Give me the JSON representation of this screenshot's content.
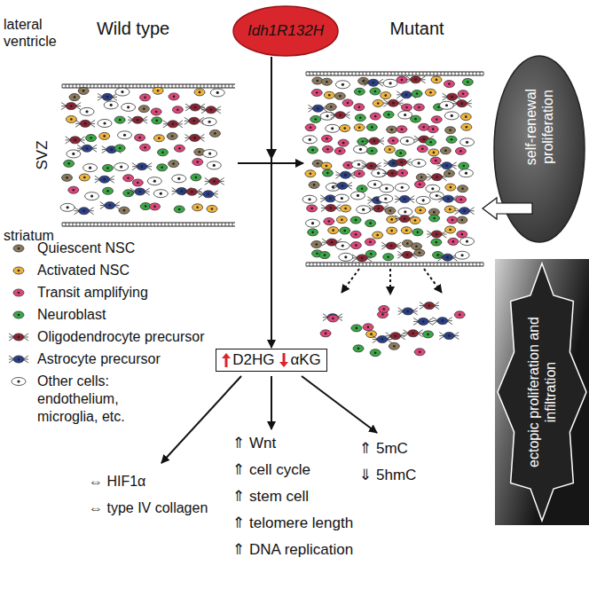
{
  "diagram": {
    "nodes": [
      {
        "text": [
          "Idh1R132H"
        ]
      },
      {
        "text": [
          "self-renewal proliferation"
        ]
      },
      {
        "text": [
          "ectopic proliferation and infiltration"
        ]
      },
      {
        "text": [
          "D2HG",
          "αKG"
        ]
      }
    ],
    "edges": [
      {
        "from": 0,
        "to": 3,
        "arrow": "to"
      }
    ],
    "labels": [
      "Wild type",
      "Mutant",
      "lateral ventricle",
      "SVZ",
      "striatum",
      "⇔ HIF1α",
      "⇔ type IV collagen",
      "⇑ Wnt",
      "⇑ cell cycle",
      "⇑ stem cell",
      "⇑ telomere length",
      "⇑ DNA replication",
      "⇑ 5mC",
      "⇓ 5hmC"
    ],
    "legend": [
      {
        "text": "Quiescent NSC",
        "color": "#8c7a5e"
      },
      {
        "text": "Activated NSC",
        "color": "#f0b43c"
      },
      {
        "text": "Transit amplifying",
        "color": "#e0457b"
      },
      {
        "text": "Neuroblast",
        "color": "#3aa845"
      },
      {
        "text": "Oligodendrocyte precursor",
        "color": "#8b2332"
      },
      {
        "text": "Astrocyte precursor",
        "color": "#2a3f8a"
      },
      {
        "text": "Other cells: endothelium, microglia, etc.",
        "color": "#ffffff"
      }
    ]
  }
}
